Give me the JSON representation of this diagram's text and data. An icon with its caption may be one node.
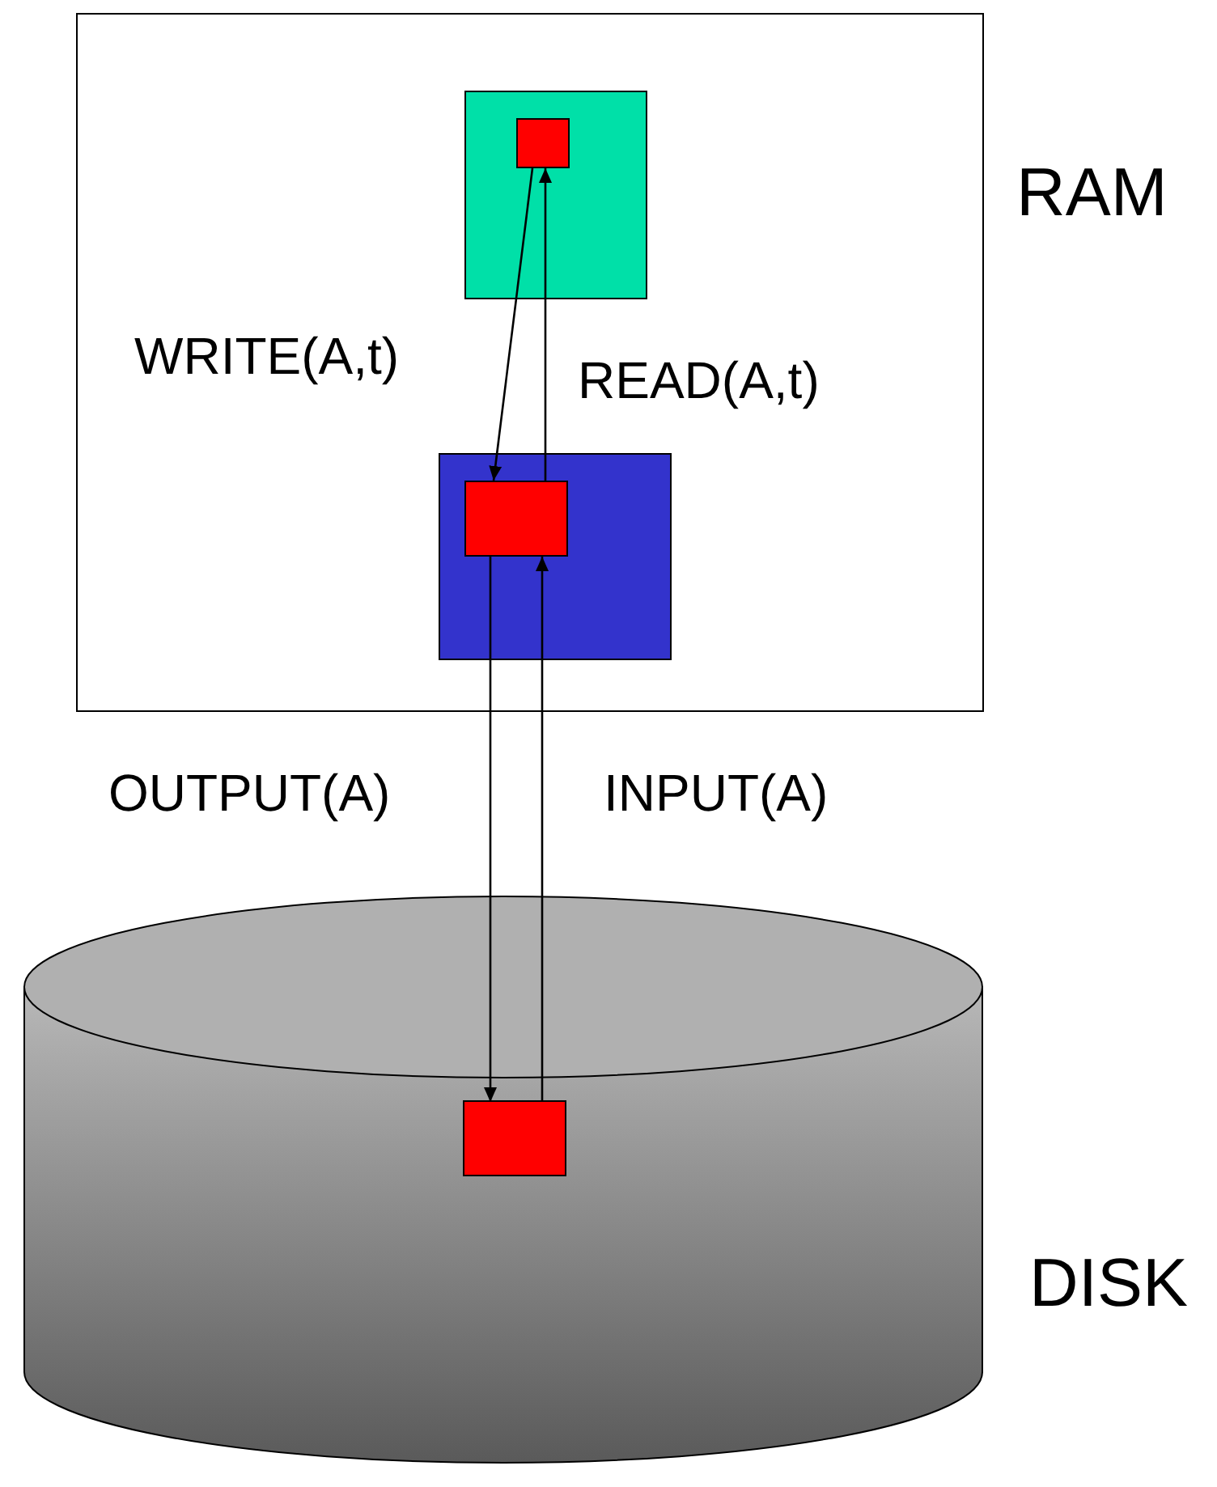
{
  "diagram": {
    "nodes": [
      {
        "text": [],
        "shape": "box",
        "beside": [
          "RAM"
        ]
      },
      {
        "text": [],
        "shape": "box",
        "in": 0
      },
      {
        "text": [],
        "shape": "box",
        "in": 1
      },
      {
        "text": [],
        "shape": "box",
        "in": 0
      },
      {
        "text": [],
        "shape": "box",
        "in": 3
      },
      {
        "text": [],
        "shape": "cylinder",
        "beside": [
          "DISK"
        ]
      },
      {
        "text": [],
        "shape": "box",
        "in": 5
      }
    ],
    "edges": [
      {
        "from": 2,
        "to": 4,
        "arrow": "to",
        "label": "WRITE(A,t)"
      },
      {
        "from": 4,
        "to": 2,
        "arrow": "to",
        "label": "READ(A,t)"
      },
      {
        "from": 4,
        "to": 6,
        "arrow": "to",
        "label": "OUTPUT(A)"
      },
      {
        "from": 6,
        "to": 4,
        "arrow": "to",
        "label": "INPUT(A)"
      }
    ]
  }
}
